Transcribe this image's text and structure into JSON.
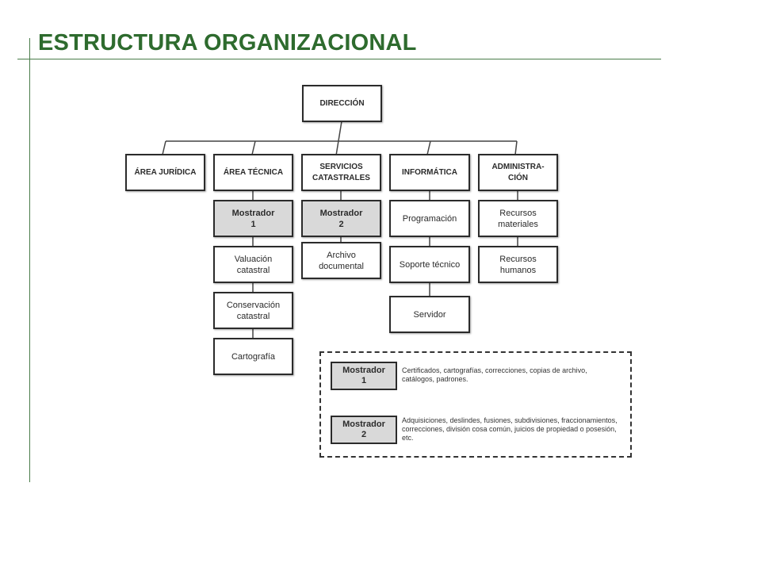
{
  "title": "ESTRUCTURA ORGANIZACIONAL",
  "org": {
    "root": "DIRECCIÓN",
    "area_juridica": "ÁREA JURÍDICA",
    "area_tecnica": "ÁREA TÉCNICA",
    "servicios": "SERVICIOS\nCATASTRALES",
    "informatica": "INFORMÁTICA",
    "administracion": "ADMINISTRA-\nCIÓN",
    "mostrador1": "Mostrador\n1",
    "valuacion": "Valuación\ncatastral",
    "conservacion": "Conservación\ncatastral",
    "cartografia": "Cartografía",
    "mostrador2": "Mostrador\n2",
    "archivo": "Archivo\ndocumental",
    "programacion": "Programación",
    "soporte": "Soporte técnico",
    "servidor": "Servidor",
    "recursos_materiales": "Recursos\nmateriales",
    "recursos_humanos": "Recursos\nhumanos"
  },
  "legend": {
    "m1_label": "Mostrador\n1",
    "m1_text": "Certificados, cartografías, correcciones, copias de archivo, catálogos, padrones.",
    "m2_label": "Mostrador\n2",
    "m2_text": "Adquisiciones, deslindes, fusiones, subdivisiones, fraccionamientos, correcciones, división cosa común, juicios de propiedad o posesión, etc."
  }
}
